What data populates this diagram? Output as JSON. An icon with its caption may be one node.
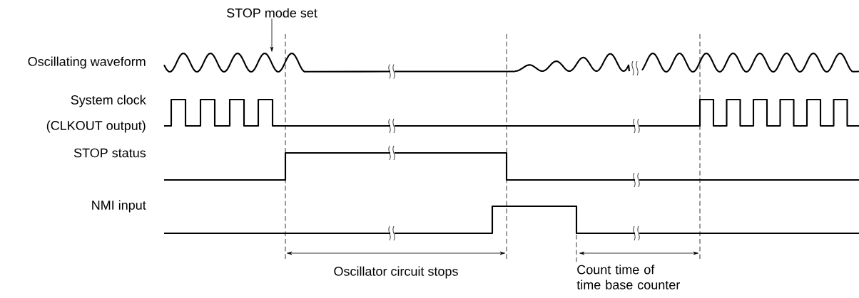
{
  "diagram": {
    "nodes": [
      {
        "text": [
          "STOP mode set"
        ]
      },
      {
        "text": [],
        "shape": "picture"
      }
    ],
    "edges": [
      {
        "from": 0,
        "to": 1,
        "arrow": "to"
      }
    ],
    "labels": [
      "Oscillating waveform",
      "System clock",
      "(CLKOUT output)",
      "STOP status",
      "NMI input",
      "Oscillator circuit stops",
      "Count time of time base counter"
    ]
  }
}
